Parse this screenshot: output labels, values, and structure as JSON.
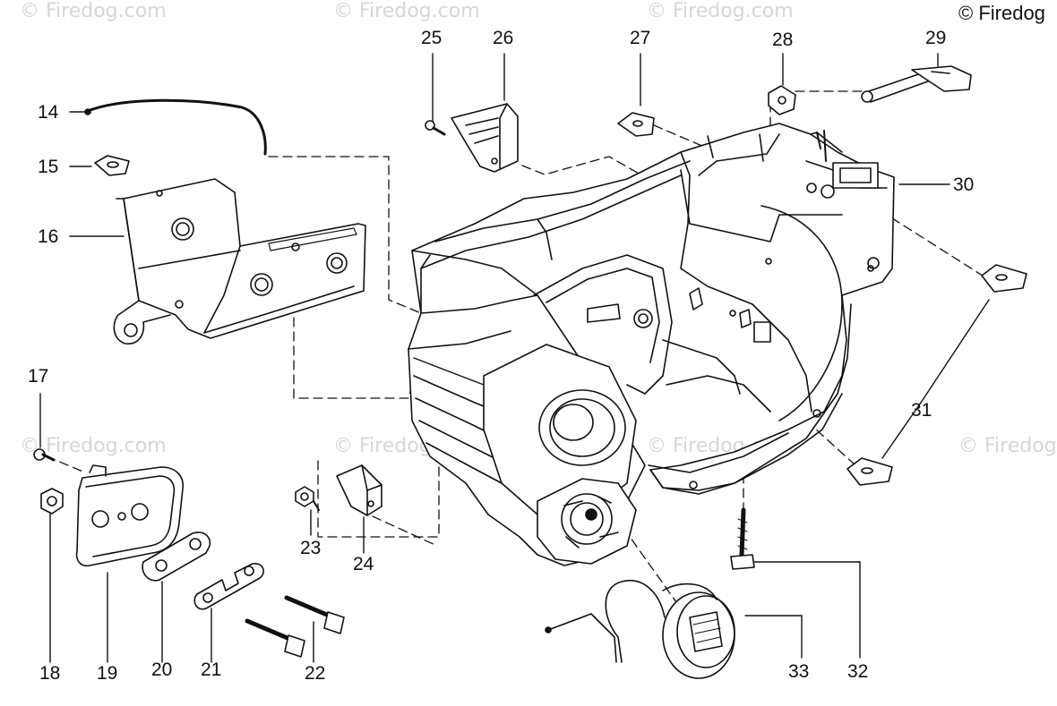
{
  "copyright": "© Firedog",
  "watermark": "© Firedog.com",
  "callouts": [
    "14",
    "15",
    "16",
    "17",
    "18",
    "19",
    "20",
    "21",
    "22",
    "23",
    "24",
    "25",
    "26",
    "27",
    "28",
    "29",
    "30",
    "31",
    "32",
    "33"
  ]
}
